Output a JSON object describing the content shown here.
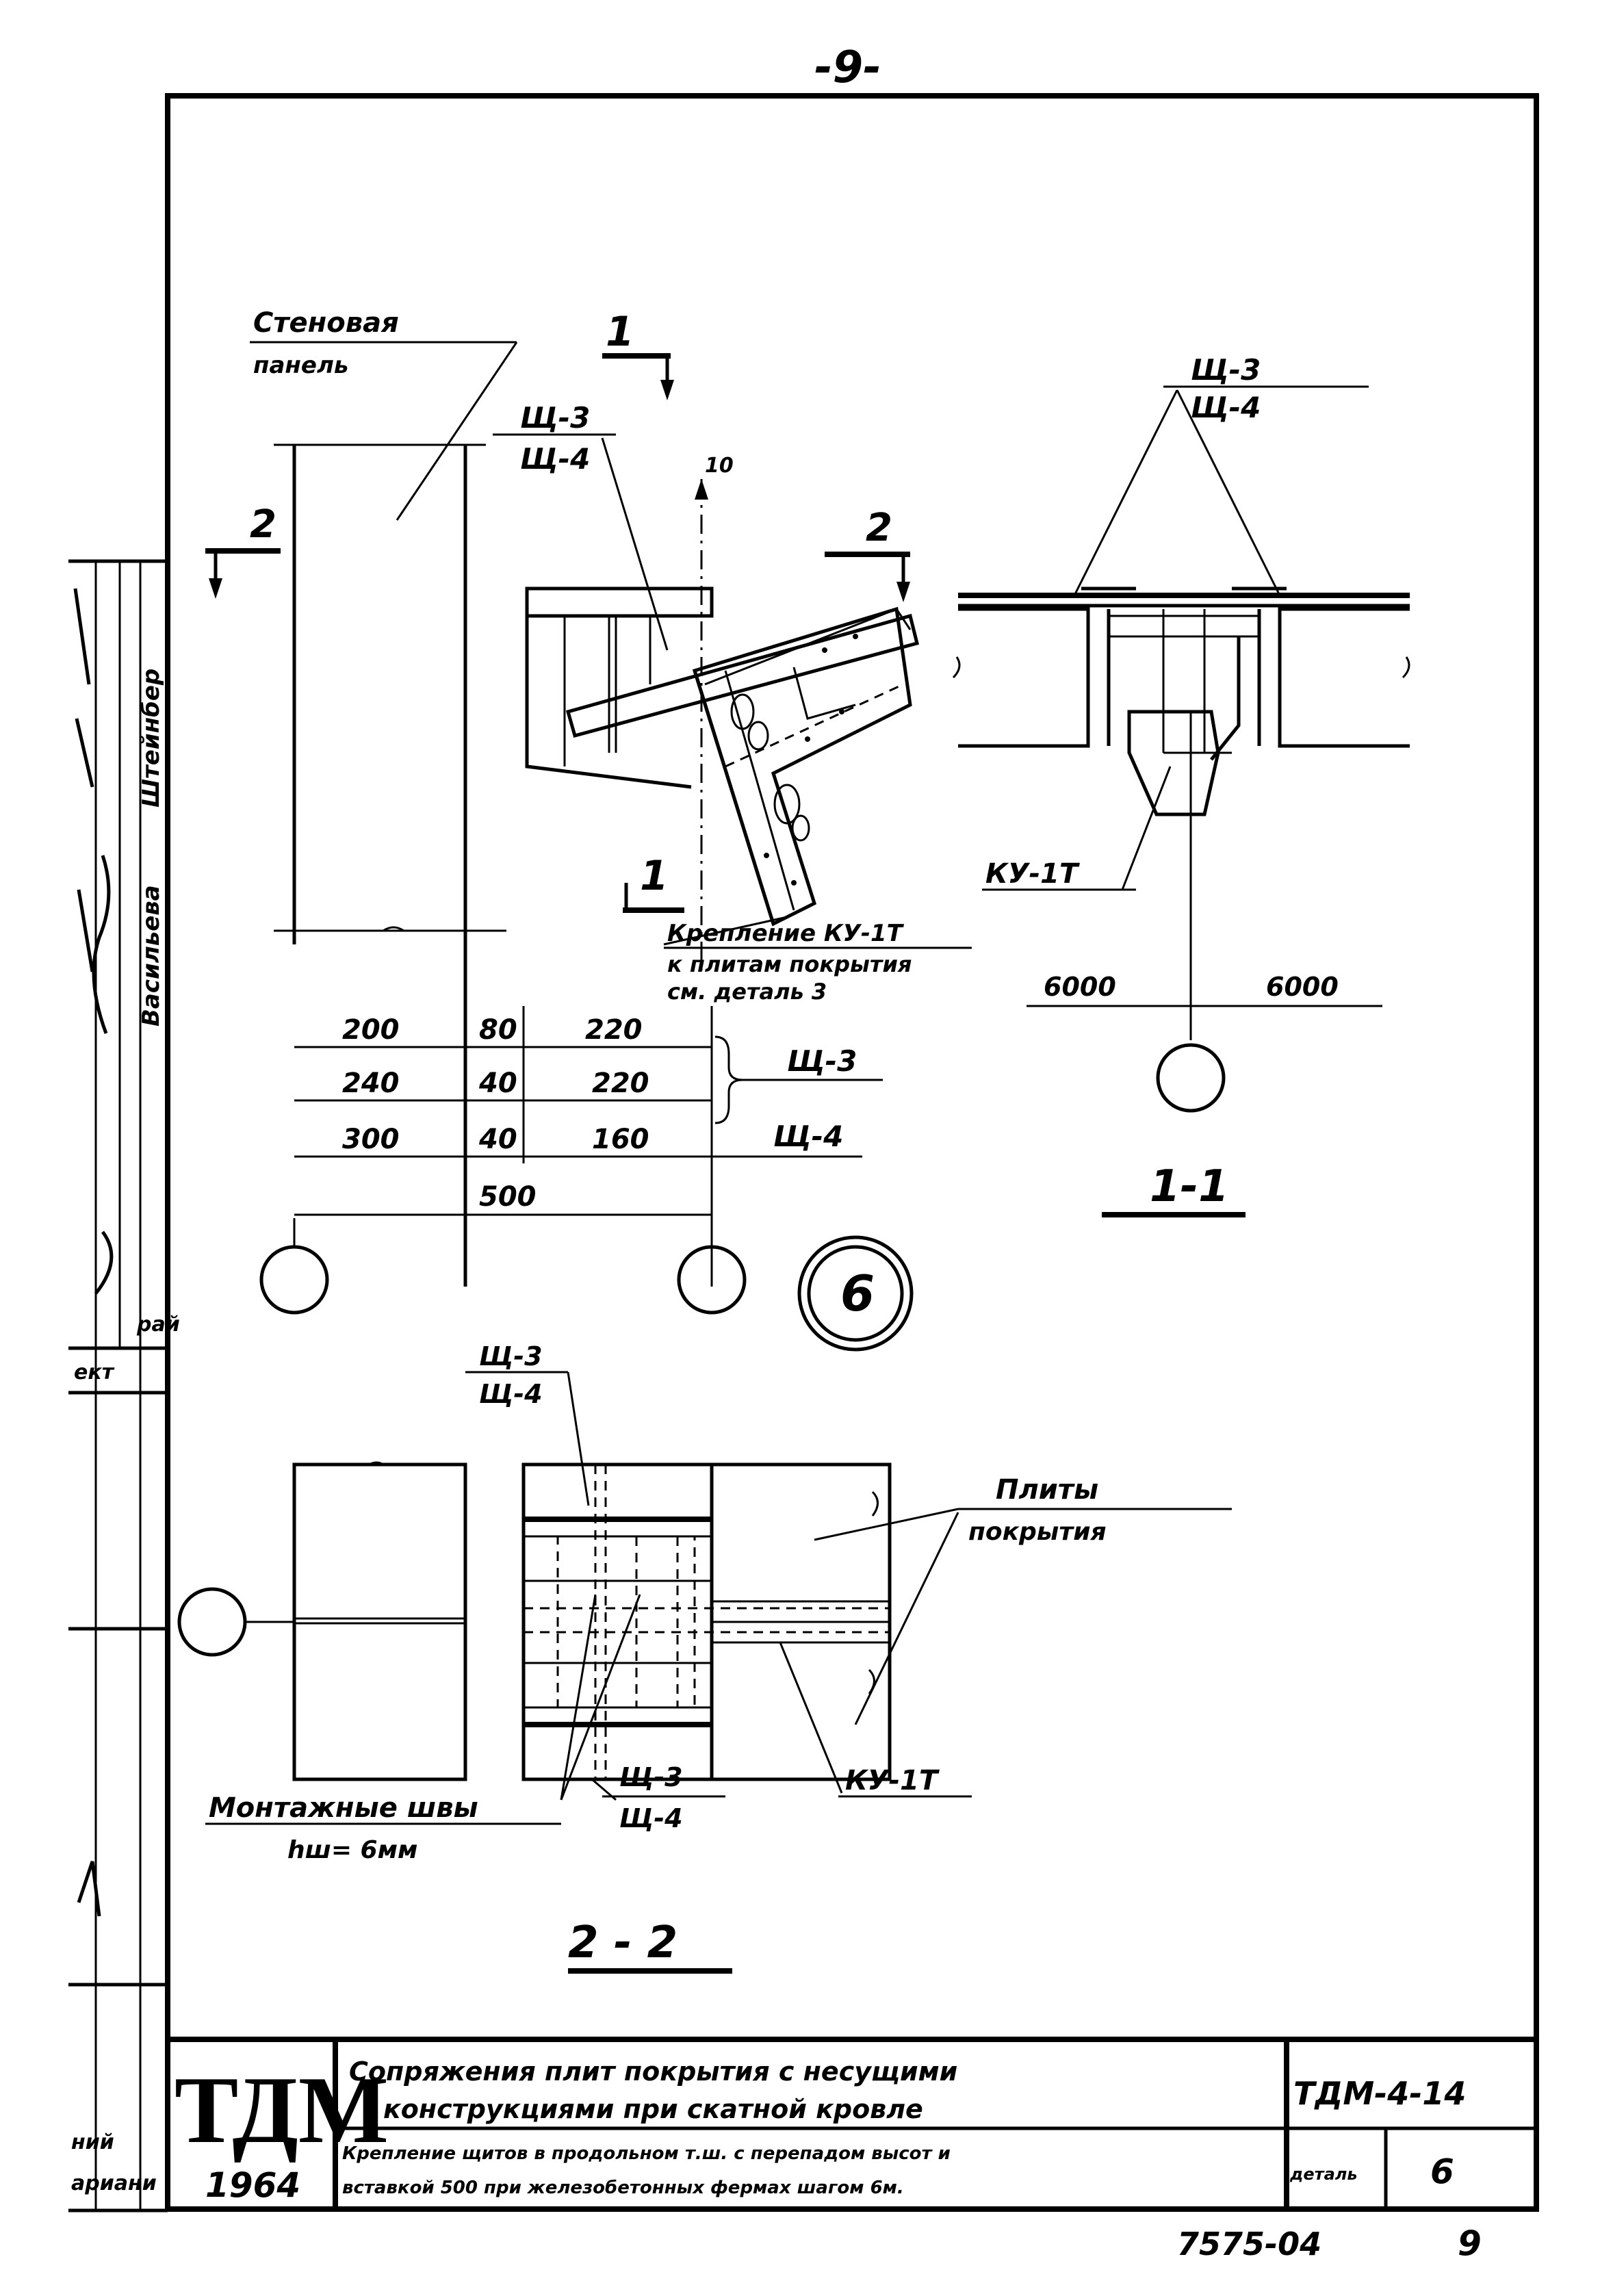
{
  "page_number": "-9-",
  "top_view": {
    "wall_panel_l1": "Стеновая",
    "wall_panel_l2": "панель",
    "section_1_mark": "1",
    "section_2_mark": "2",
    "shield_top": "Щ-3",
    "shield_bot": "Щ-4",
    "slope_mark": "10",
    "fastening_l1": "Крепление КУ-1Т",
    "fastening_l2": "к плитам покрытия",
    "fastening_l3": "см. деталь 3",
    "dims_row1": [
      "200",
      "80",
      "220"
    ],
    "dims_row2": [
      "240",
      "40",
      "220"
    ],
    "dims_row3": [
      "300",
      "40",
      "160"
    ],
    "dim_total": "500",
    "row1_label": "Щ-3",
    "row3_label": "Щ-4",
    "detail_number": "6"
  },
  "section_11": {
    "shield_top": "Щ-3",
    "shield_bot": "Щ-4",
    "ku_label": "КУ-1Т",
    "dim_left": "6000",
    "dim_right": "6000",
    "title": "1-1"
  },
  "section_22": {
    "shield_top": "Щ-3",
    "shield_bot": "Щ-4",
    "plates_l1": "Плиты",
    "plates_l2": "покрытия",
    "welds_l1": "Монтажные швы",
    "welds_l2": "hш= 6мм",
    "shield2_top": "Щ-3",
    "shield2_bot": "Щ-4",
    "ku_label": "КУ-1Т",
    "title": "2 - 2"
  },
  "side_stamp": {
    "names": [
      "Штейнбер",
      "Васильева"
    ],
    "proj": "ект",
    "misc": [
      "рай",
      "ний",
      "ариани"
    ]
  },
  "title_block": {
    "logo": "ТДМ",
    "year": "1964",
    "title_l1": "Сопряжения плит покрытия с несущими",
    "title_l2": "конструкциями при скатной кровле",
    "subtitle_l1": "Крепление щитов в продольном т.ш. с перепадом высот и",
    "subtitle_l2": "вставкой 500 при железобетонных фермах шагом 6м.",
    "code": "ТДМ-4-14",
    "detail_label": "деталь",
    "detail_value": "6",
    "doc_number": "7575-04",
    "sheet": "9"
  }
}
